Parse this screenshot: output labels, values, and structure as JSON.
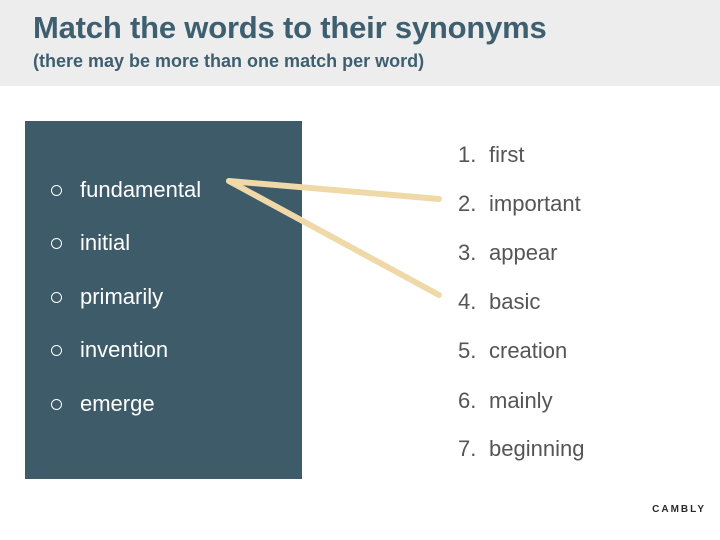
{
  "header": {
    "title": "Match the words to their synonyms",
    "subtitle": "(there may be more than one match per word)"
  },
  "words": [
    {
      "label": "fundamental"
    },
    {
      "label": "initial"
    },
    {
      "label": "primarily"
    },
    {
      "label": "invention"
    },
    {
      "label": "emerge"
    }
  ],
  "synonyms": [
    {
      "number": "1.",
      "label": "first"
    },
    {
      "number": "2.",
      "label": "important"
    },
    {
      "number": "3.",
      "label": "appear"
    },
    {
      "number": "4.",
      "label": "basic"
    },
    {
      "number": "5.",
      "label": "creation"
    },
    {
      "number": "6.",
      "label": "mainly"
    },
    {
      "number": "7.",
      "label": "beginning"
    }
  ],
  "connections": [
    {
      "from": "fundamental",
      "to": "important"
    },
    {
      "from": "fundamental",
      "to": "basic"
    }
  ],
  "colors": {
    "header_bg": "#ededed",
    "title": "#3e5f70",
    "panel_bg": "#3e5b6a",
    "line": "#f0d9a8",
    "synonym_text": "#555555"
  },
  "brand": "CAMBLY"
}
